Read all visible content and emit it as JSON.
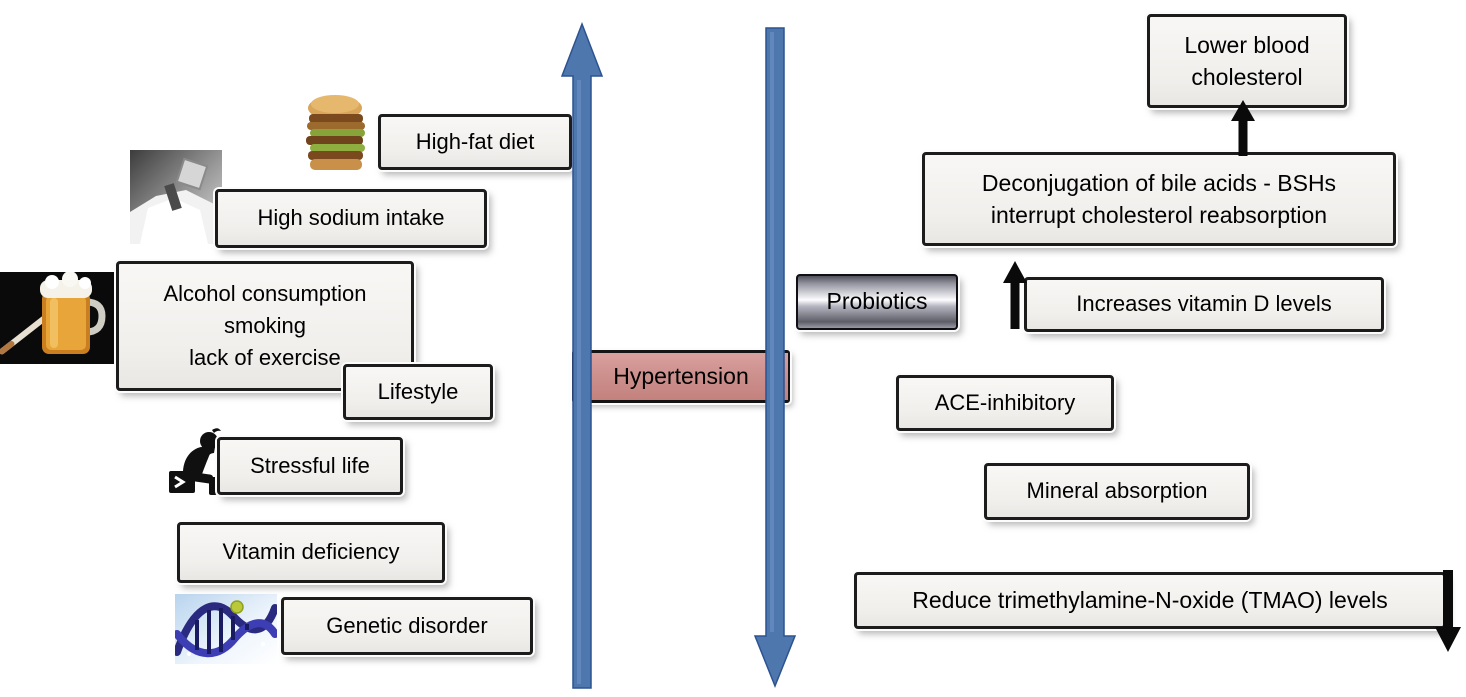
{
  "figure_title": "Hypertension risk factors and probiotic mechanisms diagram",
  "center": {
    "hypertension_label": "Hypertension"
  },
  "risk_factors": {
    "high_fat_diet": "High-fat diet",
    "high_sodium_intake": "High sodium intake",
    "lifestyle_detail": "Alcohol consumption\nsmoking\nlack of exercise",
    "lifestyle": "Lifestyle",
    "stressful_life": "Stressful life",
    "vitamin_deficiency": "Vitamin deficiency",
    "genetic_disorder": "Genetic disorder"
  },
  "probiotic_effects": {
    "probiotics_label": "Probiotics",
    "lower_blood_cholesterol": "Lower blood\ncholesterol",
    "deconjugation": "Deconjugation of bile acids - BSHs\ninterrupt cholesterol reabsorption",
    "increases_vitamin_d": "Increases vitamin D levels",
    "ace_inhibitory": "ACE-inhibitory",
    "mineral_absorption": "Mineral absorption",
    "reduce_tmao": "Reduce trimethylamine-N-oxide (TMAO) levels"
  },
  "icons": {
    "burger": "burger-image",
    "salt_pile": "salt-pile-image",
    "beer_cigarette": "beer-cigarette-image",
    "stressed_person": "stressed-person-icon",
    "dna_helix": "dna-helix-image",
    "blue_up_arrow": "risk-increase-arrow",
    "blue_down_arrow": "probiotic-lowering-arrow",
    "black_up_arrows": "up-arrow-icon",
    "black_down_arrow": "down-arrow-icon"
  },
  "colors": {
    "box_fill": "#f1efec",
    "box_border": "#1c1c1c",
    "arrow_blue": "#4e77ae",
    "arrow_blue_edge": "#2c5390",
    "hypertension_fill": "#cd918e",
    "probiotics_metal_light": "#fdfdff",
    "probiotics_metal_dark": "#50505a",
    "black": "#000000",
    "background": "#ffffff"
  }
}
